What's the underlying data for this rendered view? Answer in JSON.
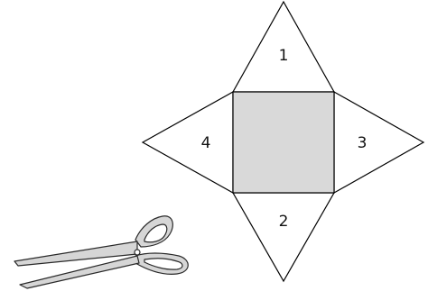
{
  "net": {
    "labels": {
      "top": "1",
      "bottom": "2",
      "right": "3",
      "left": "4"
    },
    "base_fill": "#d9d9d9",
    "face_fill": "#ffffff",
    "line_color": "#000000"
  },
  "scissors": {
    "icon": "scissors-icon",
    "fill": "#d6d6d6"
  }
}
